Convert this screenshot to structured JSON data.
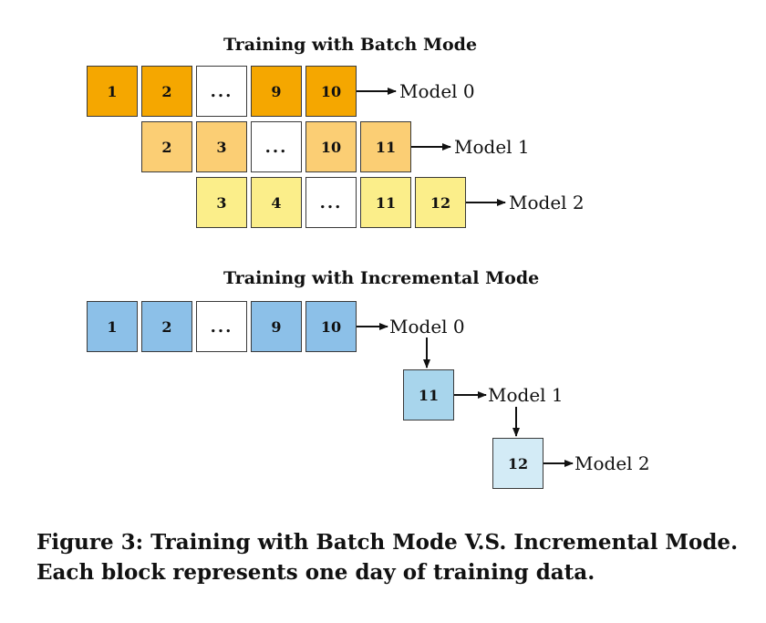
{
  "batch": {
    "title": "Training with Batch Mode",
    "rows": [
      {
        "cells": [
          "1",
          "2",
          "...",
          "9",
          "10"
        ],
        "color": "#f5a700",
        "model": "Model 0"
      },
      {
        "cells": [
          "2",
          "3",
          "...",
          "10",
          "11"
        ],
        "color": "#fbce74",
        "model": "Model 1"
      },
      {
        "cells": [
          "3",
          "4",
          "...",
          "11",
          "12"
        ],
        "color": "#fbee8a",
        "model": "Model 2"
      }
    ]
  },
  "incremental": {
    "title": "Training with Incremental Mode",
    "row": {
      "cells": [
        "1",
        "2",
        "...",
        "9",
        "10"
      ],
      "color": "#8cc0e8",
      "model": "Model 0"
    },
    "steps": [
      {
        "cell": "11",
        "color": "#a8d5ec",
        "model": "Model 1"
      },
      {
        "cell": "12",
        "color": "#d3ebf6",
        "model": "Model 2"
      }
    ]
  },
  "caption": {
    "line1": "Figure 3: Training with Batch Mode V.S. Incremental Mode.",
    "line2": "Each block represents one day of training data."
  },
  "colors": {
    "dots_box": "#ffffff",
    "border": "#3a3a3a",
    "arrow": "#111111"
  }
}
